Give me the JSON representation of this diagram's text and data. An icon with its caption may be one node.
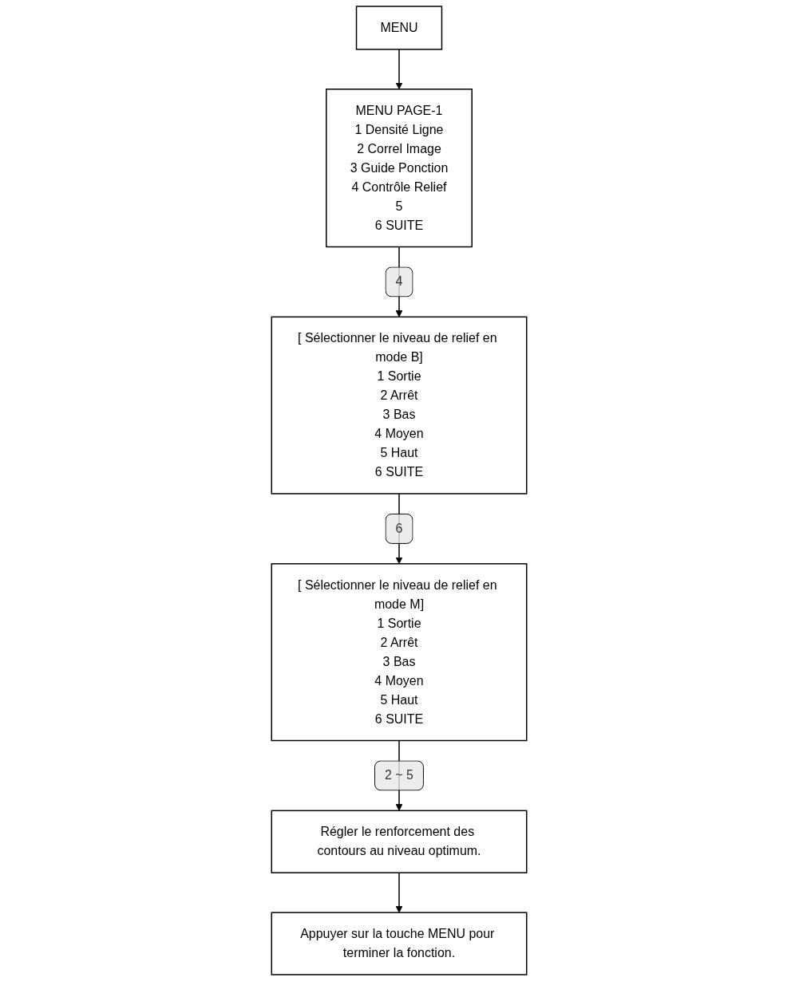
{
  "diagram": {
    "nodes": [
      {
        "text": [
          "MENU"
        ]
      },
      {
        "text": [
          "MENU PAGE-1",
          "1 Densité Ligne",
          "2 Correl Image",
          "3 Guide Ponction",
          "4 Contrôle Relief",
          "5",
          "6 SUITE"
        ]
      },
      {
        "text": [
          "[ Sélectionner le niveau de relief en mode B]",
          "1 Sortie",
          "2 Arrêt",
          "3 Bas",
          "4 Moyen",
          "5 Haut",
          "6 SUITE"
        ]
      },
      {
        "text": [
          "[ Sélectionner le niveau de relief en mode M]",
          "1 Sortie",
          "2 Arrêt",
          "3 Bas",
          "4 Moyen",
          "5 Haut",
          "6 SUITE"
        ]
      },
      {
        "text": [
          "Régler le renforcement des contours au niveau optimum."
        ]
      },
      {
        "text": [
          "Appuyer sur la touche MENU pour terminer la fonction."
        ]
      }
    ],
    "edges": [
      {
        "from": 0,
        "to": 1,
        "arrow": "to"
      },
      {
        "from": 1,
        "to": 2,
        "arrow": "to",
        "label": "4"
      },
      {
        "from": 2,
        "to": 3,
        "arrow": "to",
        "label": "6"
      },
      {
        "from": 3,
        "to": 4,
        "arrow": "to",
        "label": "2 ~ 5"
      },
      {
        "from": 4,
        "to": 5,
        "arrow": "to"
      }
    ]
  }
}
